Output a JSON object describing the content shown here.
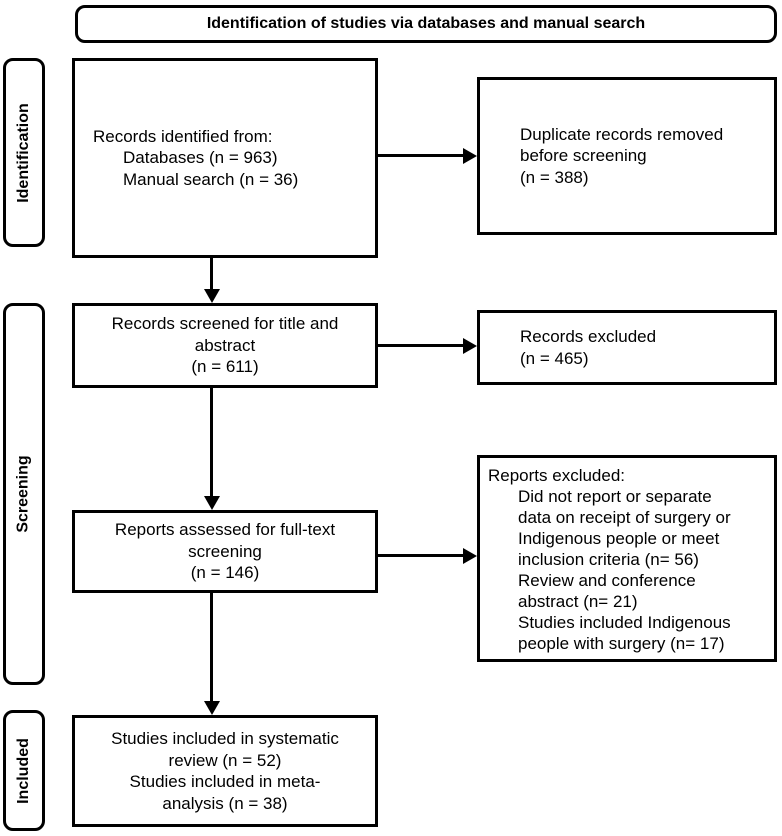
{
  "title": "Identification of studies via databases and manual search",
  "stages": {
    "identification": "Identification",
    "screening": "Screening",
    "included": "Included"
  },
  "boxes": {
    "records_identified": {
      "lines": [
        "Records identified from:",
        "Databases (n = 963)",
        "Manual search (n = 36)"
      ]
    },
    "duplicates_removed": {
      "lines": [
        "Duplicate records removed",
        "before screening",
        "(n = 388)"
      ]
    },
    "records_screened": {
      "lines": [
        "Records screened for title and",
        "abstract",
        "(n = 611)"
      ]
    },
    "records_excluded": {
      "lines": [
        "Records excluded",
        "(n = 465)"
      ]
    },
    "reports_assessed": {
      "lines": [
        "Reports assessed for full-text",
        "screening",
        "(n = 146)"
      ]
    },
    "reports_excluded": {
      "lines": [
        "Reports excluded:",
        "Did not report or separate",
        "data on receipt of surgery or",
        "Indigenous people or meet",
        "inclusion criteria (n= 56)",
        "Review and conference",
        "abstract (n= 21)",
        "Studies included Indigenous",
        "people with surgery (n= 17)"
      ]
    },
    "studies_included": {
      "lines": [
        "Studies included in systematic",
        "review (n = 52)",
        "Studies included in meta-",
        "analysis (n = 38)"
      ]
    }
  },
  "colors": {
    "line": "#000000",
    "background": "#ffffff",
    "text": "#000000"
  }
}
